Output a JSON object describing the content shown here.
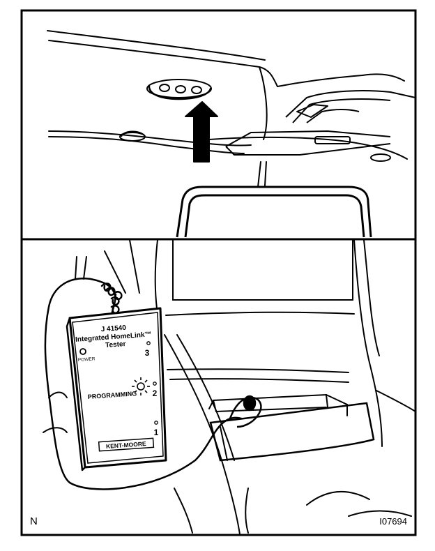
{
  "figure": {
    "corner_code": "N",
    "figure_id": "I07694"
  },
  "tester": {
    "model_number": "J 41540",
    "product_name": "Integrated HomeLink™",
    "product_type": "Tester",
    "power_label": "POWER",
    "program_label": "PROGRAMMING",
    "channel_top": "3",
    "channel_middle": "2",
    "channel_bottom": "1",
    "brand": "KENT-MOORE"
  },
  "colors": {
    "ink": "#000000",
    "paper": "#ffffff"
  }
}
